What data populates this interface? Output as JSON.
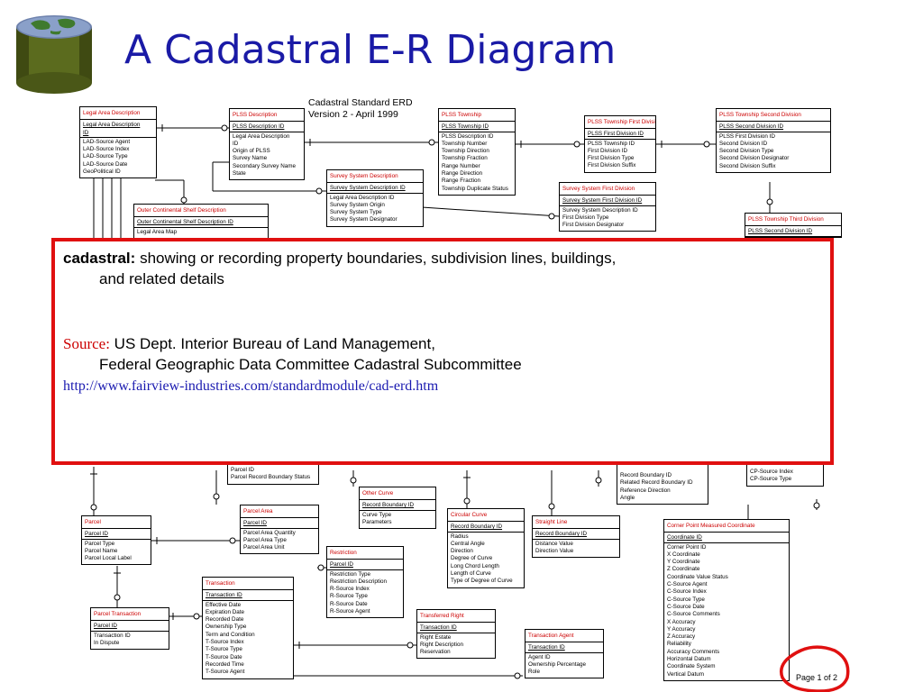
{
  "slide": {
    "title": "A Cadastral E-R Diagram"
  },
  "erd": {
    "title_line1": "Cadastral Standard ERD",
    "title_line2": "Version 2 - April 1999"
  },
  "definition": {
    "term": "cadastral:",
    "text_line1": "showing or recording property boundaries, subdivision lines, buildings,",
    "text_line2": "and related details"
  },
  "source": {
    "label": "Source:",
    "line1": "US Dept. Interior Bureau of Land Management,",
    "line2": "Federal Geographic Data Committee Cadastral Subcommittee",
    "url": "http://www.fairview-industries.com/standardmodule/cad-erd.htm"
  },
  "footer": {
    "page": "Page 1 of 2"
  },
  "colors": {
    "title_blue": "#1a1aa6",
    "entity_red": "#cc0000",
    "box_border_red": "#e01010",
    "link_blue": "#1a1ab0",
    "logo_green": "#5b6b1e"
  },
  "icons": {
    "logo": "database-cylinder-icon"
  },
  "entities": {
    "legal_area_description": {
      "name": "Legal Area Description",
      "pk": [
        "Legal Area Description",
        "ID"
      ],
      "attrs": [
        "LAD-Source Agent",
        "LAD-Source Index",
        "LAD-Source Type",
        "LAD-Source Date",
        "GeoPolitical ID"
      ]
    },
    "plss_description": {
      "name": "PLSS Description",
      "pk": [
        "PLSS Description ID"
      ],
      "attrs": [
        "Legal Area Description",
        "ID",
        "Origin of PLSS",
        "Survey Name",
        "Secondary Survey Name",
        "State"
      ]
    },
    "plss_township": {
      "name": "PLSS Township",
      "pk": [
        "PLSS Township ID"
      ],
      "attrs": [
        "PLSS Description ID",
        "Township Number",
        "Township Direction",
        "Township Fraction",
        "Range Number",
        "Range Direction",
        "Range Fraction",
        "Township Duplicate Status"
      ]
    },
    "plss_township_first_division": {
      "name": "PLSS Township First Division",
      "pk": [
        "PLSS First Division ID"
      ],
      "attrs": [
        "PLSS Township ID",
        "First Division ID",
        "First Division Type",
        "First Division Suffix"
      ]
    },
    "plss_township_second_division": {
      "name": "PLSS Township Second Division",
      "pk": [
        "PLSS Second Division ID"
      ],
      "attrs": [
        "PLSS First Division ID",
        "Second Division ID",
        "Second Division Type",
        "Second Division Designator",
        "Second Division Suffix"
      ]
    },
    "survey_system_description": {
      "name": "Survey System Description",
      "pk": [
        "Survey System Description ID"
      ],
      "attrs": [
        "Legal Area Description ID",
        "Survey System Origin",
        "Survey System Type",
        "Survey System Designator"
      ]
    },
    "survey_system_first_division": {
      "name": "Survey System First Division",
      "pk": [
        "Survey System First Division ID"
      ],
      "attrs": [
        "Survey System Description ID",
        "First Division Type",
        "First Division Designator"
      ]
    },
    "outer_continental_shelf_description": {
      "name": "Outer Continental Shelf Description",
      "pk": [
        "Outer Continental Shelf Description ID"
      ],
      "attrs": [
        "Legal Area Map"
      ]
    },
    "plss_township_third_division": {
      "name": "PLSS Township Third Division",
      "pk": [
        "PLSS Second Division ID"
      ],
      "attrs": []
    },
    "parcel_record_boundary_status": {
      "name": "",
      "pk": [],
      "attrs": [
        "Parcel ID",
        "Parcel Record Boundary Status"
      ]
    },
    "record_boundary_partial": {
      "name": "",
      "pk": [],
      "attrs": [
        "Record Boundary ID",
        "Related Record Boundary ID",
        "Reference Direction",
        "Angle"
      ]
    },
    "cp_source_partial": {
      "name": "",
      "pk": [],
      "attrs": [
        "CP-Source Index",
        "CP-Source Type"
      ]
    },
    "other_curve": {
      "name": "Other Curve",
      "pk": [
        "Record Boundary ID"
      ],
      "attrs": [
        "Curve Type",
        "Parameters"
      ]
    },
    "circular_curve": {
      "name": "Circular Curve",
      "pk": [
        "Record Boundary ID"
      ],
      "attrs": [
        "Radius",
        "Central Angle",
        "Direction",
        "Degree of Curve",
        "Long Chord Length",
        "Length of Curve",
        "Type of Degree of Curve"
      ]
    },
    "straight_line": {
      "name": "Straight Line",
      "pk": [
        "Record Boundary ID"
      ],
      "attrs": [
        "Distance Value",
        "Direction Value"
      ]
    },
    "parcel": {
      "name": "Parcel",
      "pk": [
        "Parcel ID"
      ],
      "attrs": [
        "Parcel Type",
        "Parcel Name",
        "Parcel Local Label"
      ]
    },
    "parcel_area": {
      "name": "Parcel Area",
      "pk": [
        "Parcel ID"
      ],
      "attrs": [
        "Parcel Area Quantity",
        "Parcel Area Type",
        "Parcel Area Unit"
      ]
    },
    "restriction": {
      "name": "Restriction",
      "pk": [
        "Parcel ID"
      ],
      "attrs": [
        "Restriction Type",
        "Restriction Description",
        "R-Source Index",
        "R-Source Type",
        "R-Source Date",
        "R-Source Agent"
      ]
    },
    "corner_point_measured_coordinate": {
      "name": "Corner Point Measured Coordinate",
      "pk": [
        "Coordinate ID"
      ],
      "attrs": [
        "Corner Point ID",
        "X Coordinate",
        "Y Coordinate",
        "Z Coordinate",
        "Coordinate Value Status",
        "C-Source Agent",
        "C-Source Index",
        "C-Source Type",
        "C-Source Date",
        "C-Source Comments",
        "X Accuracy",
        "Y Accuracy",
        "Z Accuracy",
        "Reliability",
        "Accuracy Comments",
        "Horizontal Datum",
        "Coordinate System",
        "Vertical Datum"
      ]
    },
    "transaction": {
      "name": "Transaction",
      "pk": [
        "Transaction ID"
      ],
      "attrs": [
        "Effective Date",
        "Expiration Date",
        "Recorded Date",
        "Ownership Type",
        "Term and Condition",
        "T-Source Index",
        "T-Source Type",
        "T-Source Date",
        "Recorded Time",
        "T-Source Agent"
      ]
    },
    "parcel_transaction": {
      "name": "Parcel Transaction",
      "pk": [
        "Parcel ID"
      ],
      "attrs": [
        "Transaction ID",
        "In Dispute"
      ]
    },
    "transferred_right": {
      "name": "Transferred Right",
      "pk": [
        "Transaction ID"
      ],
      "attrs": [
        "Right Estate",
        "Right Description",
        "Reservation"
      ]
    },
    "transaction_agent": {
      "name": "Transaction Agent",
      "pk": [
        "Transaction ID"
      ],
      "attrs": [
        "Agent ID",
        "Ownership Percentage",
        "Role"
      ]
    }
  }
}
